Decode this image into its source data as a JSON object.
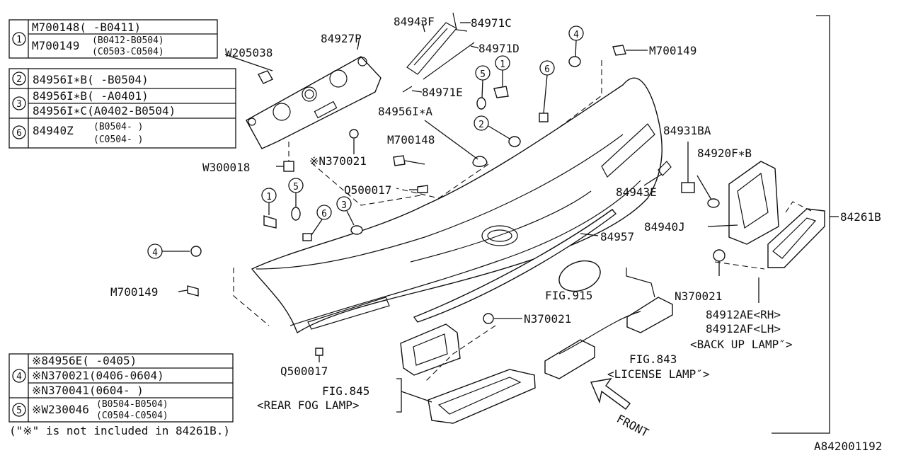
{
  "legend1": {
    "mark": "1",
    "rows": [
      "M700148(       -B0411)",
      "M700149",
      "(B0412-B0504)",
      "(C0503-C0504)"
    ]
  },
  "legend2": {
    "rows": [
      {
        "mark": "2",
        "text": "84956I∗B(       -B0504)"
      },
      {
        "mark": "3",
        "text": "84956I∗B(       -A0401)"
      },
      {
        "mark": "",
        "text": "84956I∗C(A0402-B0504)"
      },
      {
        "mark": "6",
        "text": "84940Z",
        "sub1": "(B0504-   )",
        "sub2": "(C0504-   )"
      }
    ]
  },
  "legend3": {
    "rows": [
      {
        "mark": "4",
        "text": "※84956E(       -0405)"
      },
      {
        "mark": "",
        "text": "※N370021(0406-0604)"
      },
      {
        "mark": "",
        "text": "※N370041(0604-     )"
      },
      {
        "mark": "5",
        "text": "※W230046",
        "sub1": "(B0504-B0504)",
        "sub2": "(C0504-C0504)"
      }
    ],
    "note": "(\"※\" is not included in 84261B.)"
  },
  "labels": {
    "p84927P": "84927P",
    "w205038": "W205038",
    "p84943F": "84943F",
    "p84971C": "84971C",
    "p84971D": "84971D",
    "p84971E": "84971E",
    "p84956IA": "84956I∗A",
    "m700148": "M700148",
    "n370021a": "※N370021",
    "w300018": "W300018",
    "q500017a": "Q500017",
    "m700149a": "M700149",
    "m700149b": "M700149",
    "p84931BA": "84931BA",
    "p84920FB": "84920F∗B",
    "p84943E": "84943E",
    "p84940J": "84940J",
    "p84957": "84957",
    "p84261B": "84261B",
    "n370021b": "N370021",
    "n370021c": "N370021",
    "fig915": "FIG.915",
    "p84912AE": "84912AE<RH>",
    "p84912AF": "84912AF<LH>",
    "backup": "<BACK UP LAMP″>",
    "fig843": "FIG.843",
    "license": "<LICENSE LAMP″>",
    "fig845": "FIG.845",
    "fog": "<REAR FOG LAMP>",
    "q500017b": "Q500017",
    "front": "FRONT",
    "code": "A842001192"
  },
  "callouts": {
    "c1a": "1",
    "c1b": "1",
    "c2": "2",
    "c3": "3",
    "c4a": "4",
    "c4b": "4",
    "c5a": "5",
    "c5b": "5",
    "c6a": "6",
    "c6b": "6"
  }
}
